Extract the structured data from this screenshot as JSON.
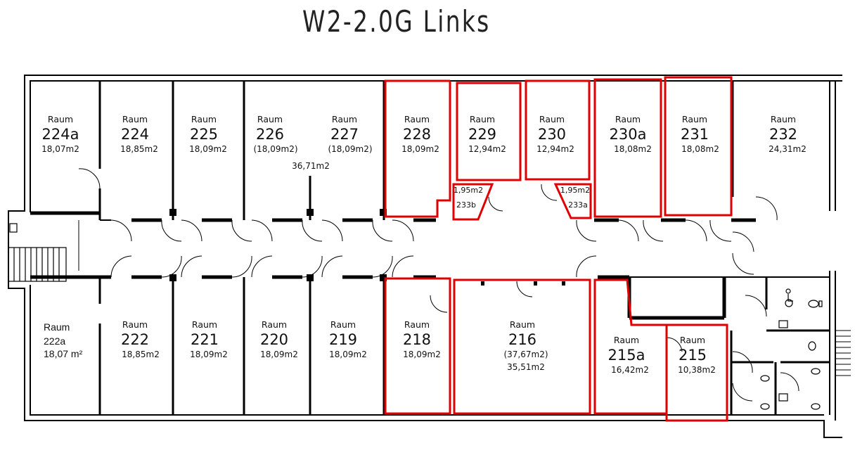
{
  "title": "W2-2.0G Links",
  "highlight_color": "#e00000",
  "wall_color": "#000000",
  "rooms": [
    {
      "id": "224a",
      "raum": "Raum",
      "number": "224a",
      "area": "18,07m2",
      "highlighted": false
    },
    {
      "id": "224",
      "raum": "Raum",
      "number": "224",
      "area": "18,85m2",
      "highlighted": false
    },
    {
      "id": "225",
      "raum": "Raum",
      "number": "225",
      "area": "18,09m2",
      "highlighted": false
    },
    {
      "id": "226",
      "raum": "Raum",
      "number": "226",
      "area": "(18,09m2)",
      "highlighted": false
    },
    {
      "id": "227",
      "raum": "Raum",
      "number": "227",
      "area": "(18,09m2)",
      "highlighted": false
    },
    {
      "id": "228",
      "raum": "Raum",
      "number": "228",
      "area": "18,09m2",
      "highlighted": true
    },
    {
      "id": "229",
      "raum": "Raum",
      "number": "229",
      "area": "12,94m2",
      "highlighted": true
    },
    {
      "id": "230",
      "raum": "Raum",
      "number": "230",
      "area": "12,94m2",
      "highlighted": true
    },
    {
      "id": "230a",
      "raum": "Raum",
      "number": "230a",
      "area": "18,08m2",
      "highlighted": true
    },
    {
      "id": "231",
      "raum": "Raum",
      "number": "231",
      "area": "18,08m2",
      "highlighted": true
    },
    {
      "id": "232",
      "raum": "Raum",
      "number": "232",
      "area": "24,31m2",
      "highlighted": false
    },
    {
      "id": "222a",
      "raum": "Raum",
      "number": "222a",
      "area": "18,07 m²",
      "highlighted": false
    },
    {
      "id": "222",
      "raum": "Raum",
      "number": "222",
      "area": "18,85m2",
      "highlighted": false
    },
    {
      "id": "221",
      "raum": "Raum",
      "number": "221",
      "area": "18,09m2",
      "highlighted": false
    },
    {
      "id": "220",
      "raum": "Raum",
      "number": "220",
      "area": "18,09m2",
      "highlighted": false
    },
    {
      "id": "219",
      "raum": "Raum",
      "number": "219",
      "area": "18,09m2",
      "highlighted": false
    },
    {
      "id": "218",
      "raum": "Raum",
      "number": "218",
      "area": "18,09m2",
      "highlighted": true
    },
    {
      "id": "216",
      "raum": "Raum",
      "number": "216",
      "area": "(37,67m2)",
      "area2": "35,51m2",
      "highlighted": true
    },
    {
      "id": "215a",
      "raum": "Raum",
      "number": "215a",
      "area": "16,42m2",
      "highlighted": true
    },
    {
      "id": "215",
      "raum": "Raum",
      "number": "215",
      "area": "10,38m2",
      "highlighted": true
    }
  ],
  "combined_area_226_227": "36,71m2",
  "small_rooms": [
    {
      "id": "233b",
      "area": "1,95m2",
      "number": "233b",
      "highlighted": true
    },
    {
      "id": "233a",
      "area": "1,95m2",
      "number": "233a",
      "highlighted": true
    }
  ],
  "icons": [
    "stair-icon",
    "door-swing-icon",
    "toilet-icon",
    "sink-icon",
    "wheelchair-icon"
  ]
}
